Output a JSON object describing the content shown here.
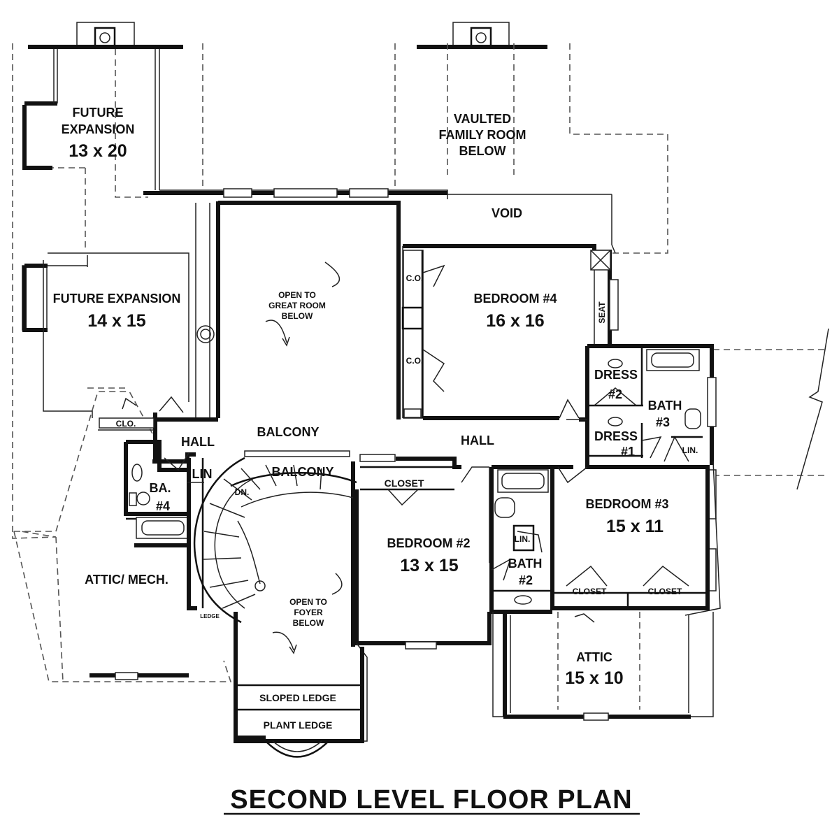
{
  "labels": {
    "future_expansion_top_1": "FUTURE",
    "future_expansion_top_2": "EXPANSION",
    "future_expansion_top_dim": "13 x 20",
    "vaulted_1": "VAULTED",
    "vaulted_2": "FAMILY ROOM",
    "vaulted_3": "BELOW",
    "void": "VOID",
    "future_expansion_mid": "FUTURE EXPANSION",
    "future_expansion_mid_dim": "14 x 15",
    "open_great_1": "OPEN TO",
    "open_great_2": "GREAT ROOM",
    "open_great_3": "BELOW",
    "bedroom4": "BEDROOM #4",
    "bedroom4_dim": "16 x 16",
    "clo_1": "C.O.",
    "clo_2": "C.O.",
    "seat": "SEAT",
    "dress2_1": "DRESS",
    "dress2_2": "#2",
    "bath3_1": "BATH",
    "bath3_2": "#3",
    "dress1_1": "DRESS",
    "dress1_2": "#1",
    "lin_bath3": "LIN.",
    "clo_left": "CLO.",
    "hall_left": "HALL",
    "balcony_top": "BALCONY",
    "hall_right": "HALL",
    "lin_left": "LIN",
    "balcony_lower": "BALCONY",
    "ba4_1": "BA.",
    "ba4_2": "#4",
    "closet_bed2": "CLOSET",
    "dn": "DN.",
    "bedroom3": "BEDROOM #3",
    "bedroom3_dim": "15 x 11",
    "bedroom2": "BEDROOM #2",
    "bedroom2_dim": "13 x 15",
    "lin_bath2": "LIN.",
    "bath2_1": "BATH",
    "bath2_2": "#2",
    "attic_mech": "ATTIC/ MECH.",
    "open_foyer_1": "OPEN TO",
    "open_foyer_2": "FOYER",
    "open_foyer_3": "BELOW",
    "ledge": "LEDGE",
    "closet_b3_1": "CLOSET",
    "closet_b3_2": "CLOSET",
    "attic": "ATTIC",
    "attic_dim": "15 x 10",
    "sloped_ledge": "SLOPED LEDGE",
    "plant_ledge": "PLANT LEDGE"
  },
  "title": "SECOND LEVEL FLOOR PLAN"
}
